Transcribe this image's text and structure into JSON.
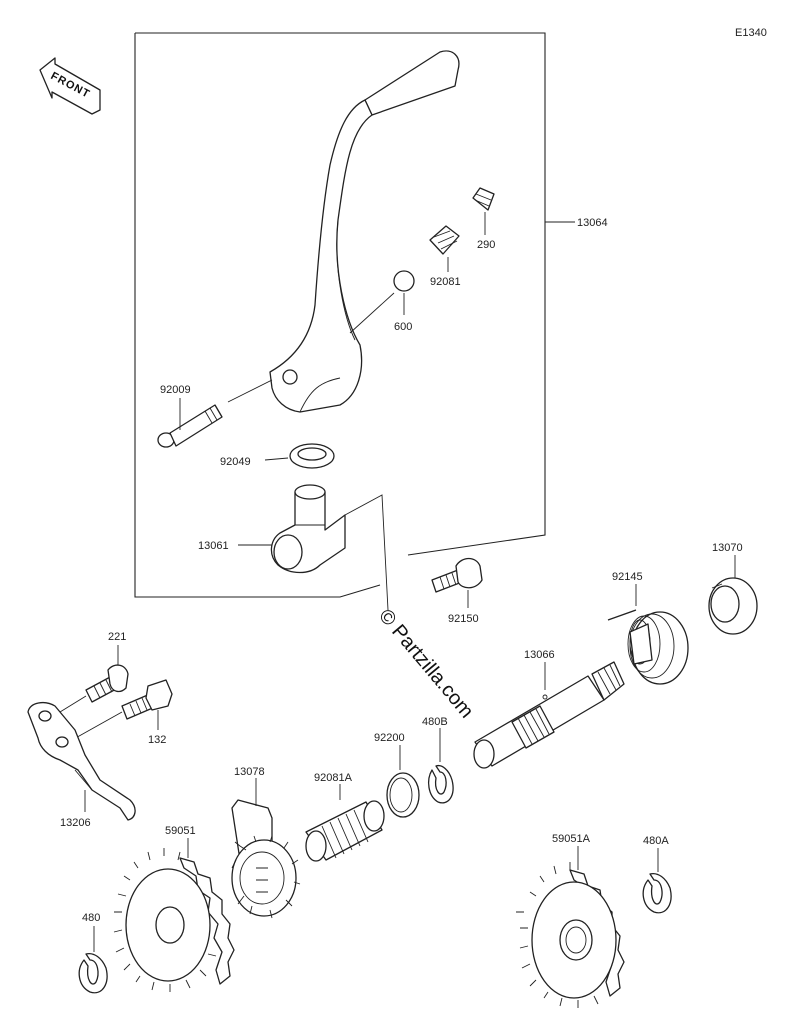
{
  "diagram": {
    "code": "E1340",
    "front_label": "FRONT",
    "watermark": "© Partzilla.com",
    "parts": {
      "p13064": "13064",
      "p290": "290",
      "p92081": "92081",
      "p600": "600",
      "p92009": "92009",
      "p92049": "92049",
      "p13061": "13061",
      "p92150": "92150",
      "p13070": "13070",
      "p92145": "92145",
      "p13066": "13066",
      "p221": "221",
      "p132": "132",
      "p13206": "13206",
      "p92200": "92200",
      "p480B": "480B",
      "p13078": "13078",
      "p92081A": "92081A",
      "p59051": "59051",
      "p59051A": "59051A",
      "p480A": "480A",
      "p480": "480"
    }
  }
}
